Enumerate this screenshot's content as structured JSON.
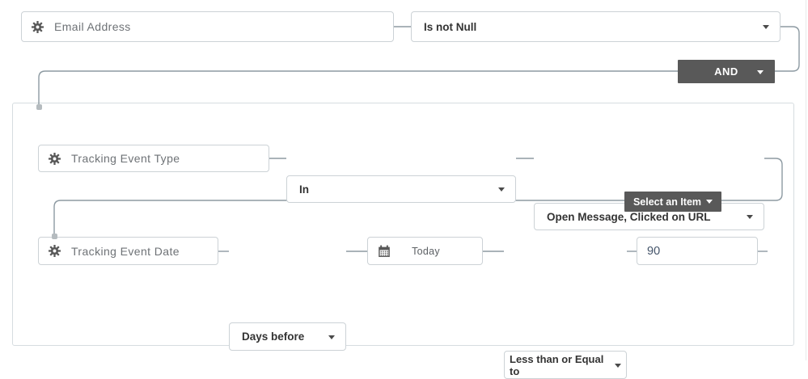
{
  "colors": {
    "wire": "#8d9aa2",
    "node_border": "#ccd2d6",
    "panel_border": "#d6dde0",
    "conjunction_bg": "#595959",
    "field_text": "#6e7276",
    "value_text": "#333333",
    "amount_text": "#44546a"
  },
  "icons": {
    "gear": "gear-icon",
    "calendar": "calendar-icon",
    "caret": "chevron-down-icon"
  },
  "rule1": {
    "field": {
      "label": "Email Address"
    },
    "operator": {
      "value": "Is not Null"
    }
  },
  "conjunction": {
    "label": "AND"
  },
  "group": {
    "rule2": {
      "field": {
        "label": "Tracking Event Type"
      },
      "operator": {
        "value": "In"
      },
      "value": {
        "value": "Open Message, Clicked on URL"
      }
    },
    "conjunction": {
      "label": "Select an Item"
    },
    "rule3": {
      "field": {
        "label": "Tracking Event Date"
      },
      "operator": {
        "value": "Days before"
      },
      "date": {
        "value": "Today"
      },
      "comparator": {
        "value": "Less than or Equal to"
      },
      "amount": {
        "value": "90"
      }
    }
  }
}
